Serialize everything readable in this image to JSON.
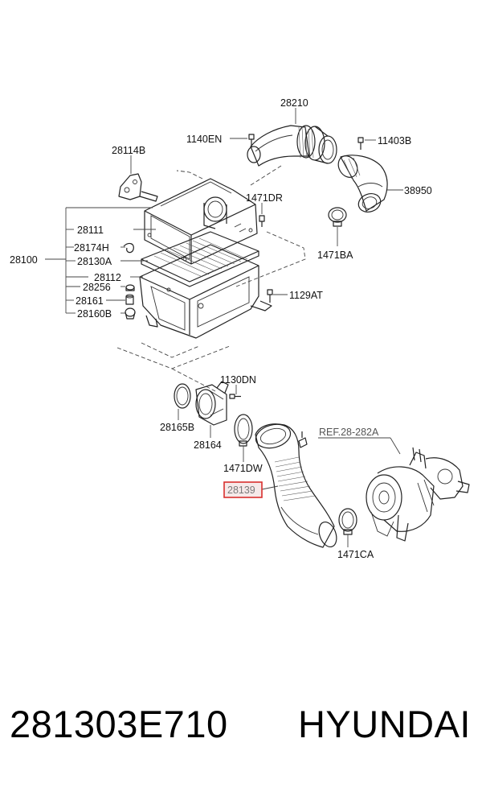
{
  "labels": {
    "l28210": "28210",
    "l1140EN": "1140EN",
    "l11403B": "11403B",
    "l38950": "38950",
    "l28114B": "28114B",
    "l1471DR": "1471DR",
    "l1471BA": "1471BA",
    "l28111": "28111",
    "l28174H": "28174H",
    "l28100": "28100",
    "l28130A": "28130A",
    "l28112": "28112",
    "l28256": "28256",
    "l1129AT": "1129AT",
    "l28161": "28161",
    "l28160B": "28160B",
    "l1130DN": "1130DN",
    "l28165B": "28165B",
    "l28164": "28164",
    "lREF": "REF.28-282A",
    "l1471DW": "1471DW",
    "l28139": "28139",
    "l1471CA": "1471CA"
  },
  "highlight_color": "#d9302e",
  "footer": {
    "part_number": "281303E710",
    "brand": "HYUNDAI"
  }
}
